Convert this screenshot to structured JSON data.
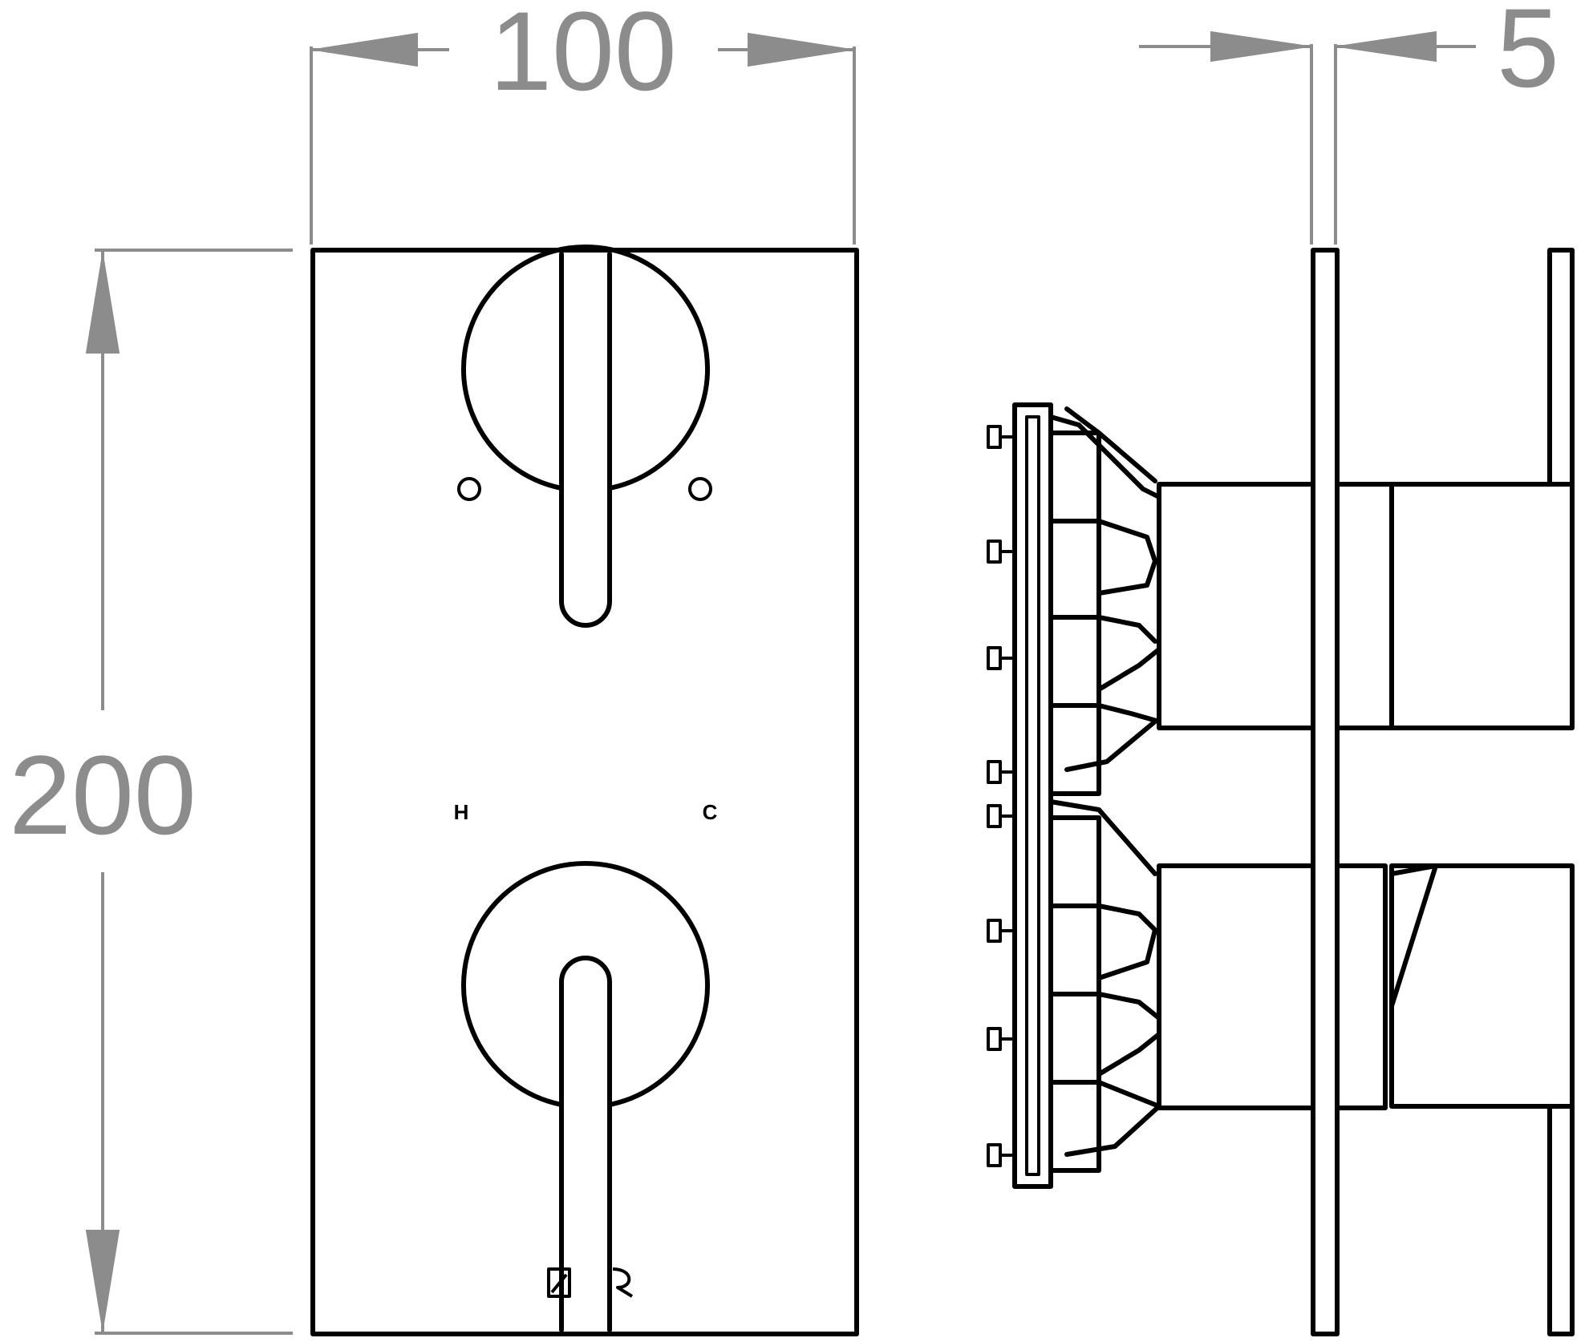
{
  "dimensions": {
    "width_label": "100",
    "height_label": "200",
    "depth_label": "5"
  },
  "markings": {
    "hot": "H",
    "cold": "C"
  },
  "colors": {
    "dimension": "#8c8c8c",
    "outline": "#000000",
    "background": "#ffffff"
  }
}
